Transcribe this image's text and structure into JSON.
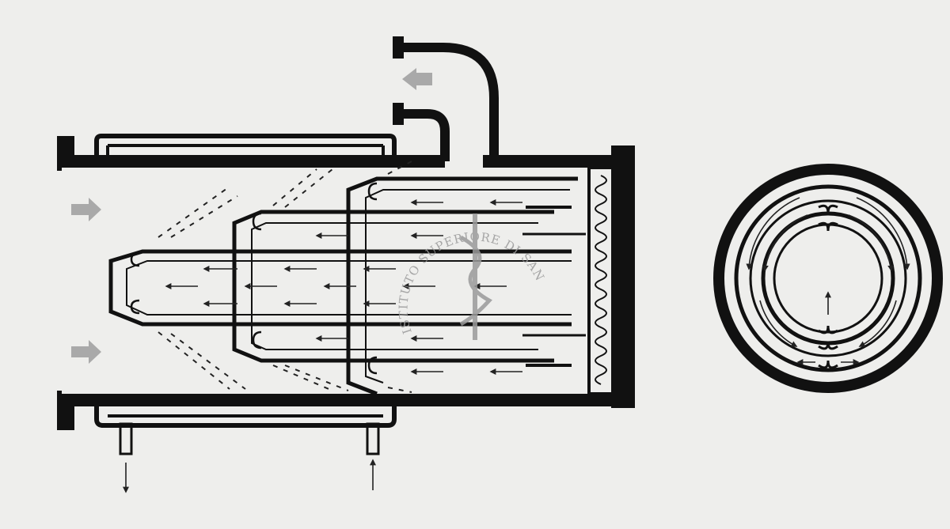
{
  "figure": {
    "palette": {
      "paper": "#eeeeec",
      "ink": "#111111",
      "watermark": "#9a9a9a",
      "grey_arrow": "#a9a9a9"
    },
    "watermark": {
      "kind": "institutional-seal",
      "text": "ISTITUTO SUPERIORE DI SANITÀ",
      "icon": "caduceus-icon"
    },
    "views": [
      "longitudinal-section",
      "cross-section"
    ]
  }
}
